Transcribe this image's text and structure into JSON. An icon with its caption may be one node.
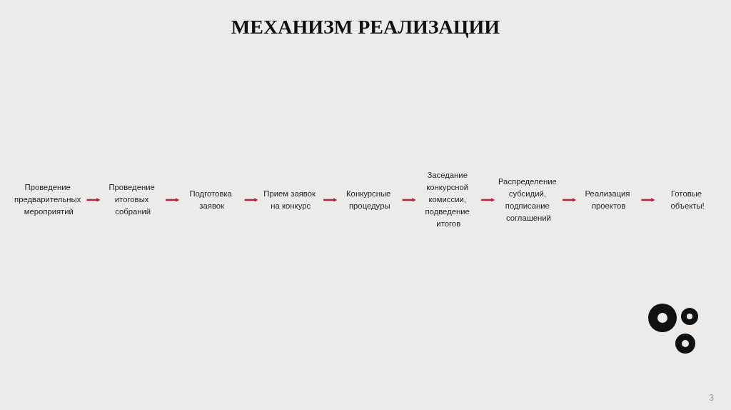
{
  "diagram": {
    "title": "МЕХАНИЗМ РЕАЛИЗАЦИИ",
    "nodes": [
      {
        "text": [
          "Проведение предварительных мероприятий"
        ]
      },
      {
        "text": [
          "Проведение итоговых собраний"
        ]
      },
      {
        "text": [
          "Подготовка заявок"
        ]
      },
      {
        "text": [
          "Прием заявок на конкурс"
        ]
      },
      {
        "text": [
          "Конкурсные процедуры"
        ]
      },
      {
        "text": [
          "Заседание конкурсной комиссии, подведение итогов"
        ]
      },
      {
        "text": [
          "Распределение субсидий, подписание соглашений"
        ]
      },
      {
        "text": [
          "Реализация проектов"
        ]
      },
      {
        "text": [
          "Готовые объекты!"
        ]
      }
    ],
    "edges": [
      {
        "from": 0,
        "to": 1,
        "arrow": "to"
      },
      {
        "from": 1,
        "to": 2,
        "arrow": "to"
      },
      {
        "from": 2,
        "to": 3,
        "arrow": "to"
      },
      {
        "from": 3,
        "to": 4,
        "arrow": "to"
      },
      {
        "from": 4,
        "to": 5,
        "arrow": "to"
      },
      {
        "from": 5,
        "to": 6,
        "arrow": "to"
      },
      {
        "from": 6,
        "to": 7,
        "arrow": "to"
      },
      {
        "from": 7,
        "to": 8,
        "arrow": "to"
      }
    ],
    "labels": [
      "3"
    ]
  }
}
